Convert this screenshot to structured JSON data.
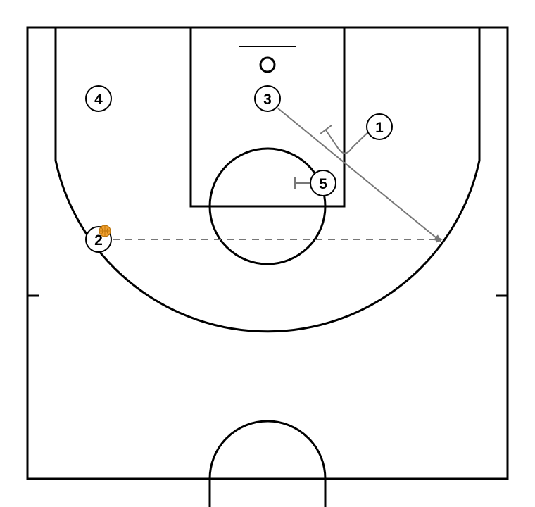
{
  "players": [
    {
      "id": "p1",
      "label": "1"
    },
    {
      "id": "p2",
      "label": "2"
    },
    {
      "id": "p3",
      "label": "3"
    },
    {
      "id": "p4",
      "label": "4"
    },
    {
      "id": "p5",
      "label": "5"
    }
  ],
  "ball_holder": "2",
  "actions": [
    {
      "type": "cut",
      "from": "3"
    },
    {
      "type": "screen",
      "by": "1"
    },
    {
      "type": "screen",
      "by": "5"
    },
    {
      "type": "pass",
      "from": "2"
    }
  ],
  "colors": {
    "court_lines": "#000000",
    "action_lines": "#777777",
    "ball": "#f0a030"
  }
}
